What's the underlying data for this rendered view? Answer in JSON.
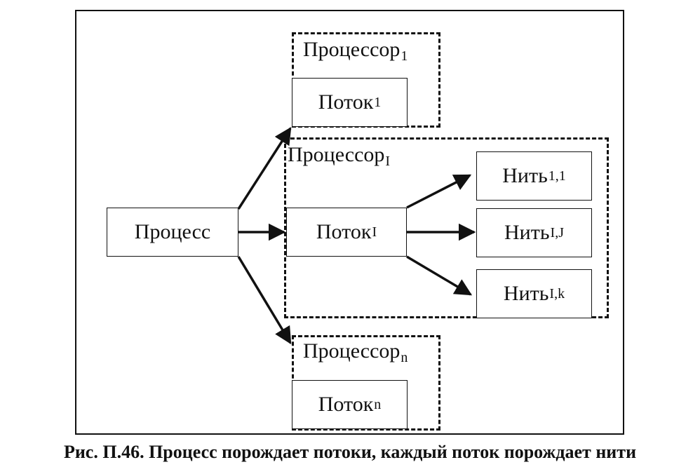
{
  "diagram": {
    "process": {
      "label": "Процесс"
    },
    "processor_1": {
      "label": "Процессор",
      "sub": "1",
      "thread": {
        "label": "Поток",
        "sub": "1"
      }
    },
    "processor_i": {
      "label": "Процессор",
      "sub": "I",
      "thread": {
        "label": "Поток",
        "sub": "I"
      },
      "fibers": [
        {
          "label": "Нить",
          "sub": "1,1"
        },
        {
          "label": "Нить",
          "sub": "I,J"
        },
        {
          "label": "Нить",
          "sub": "I,k"
        }
      ]
    },
    "processor_n": {
      "label": "Процессор",
      "sub": "n",
      "thread": {
        "label": "Поток",
        "sub": "n"
      }
    }
  },
  "caption": "Рис. П.46. Процесс порождает потоки, каждый поток порождает нити"
}
